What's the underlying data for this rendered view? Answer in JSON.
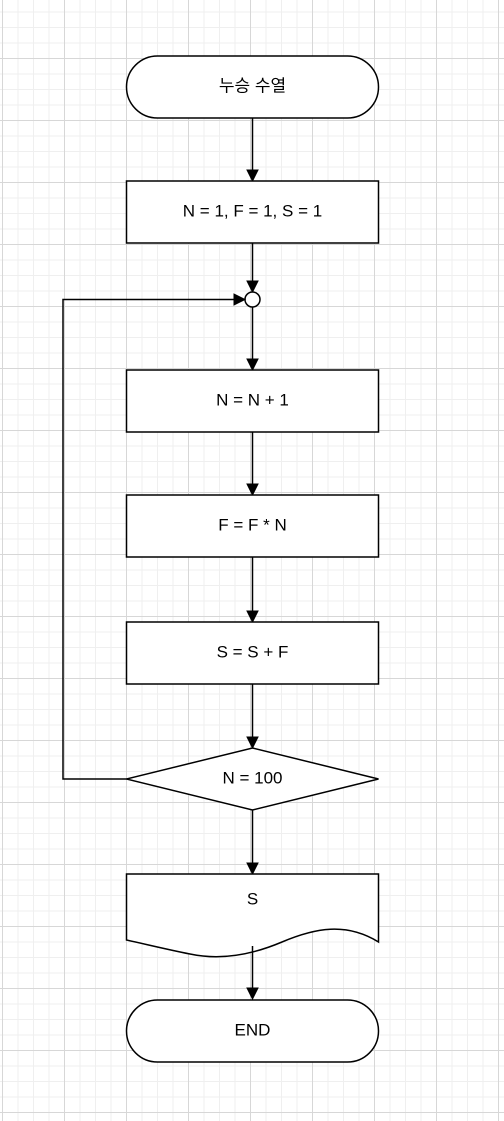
{
  "diagram": {
    "start_label": "누승 수열",
    "init_label": "N = 1, F = 1, S = 1",
    "step_n_label": "N = N + 1",
    "step_f_label": "F = F * N",
    "step_s_label": "S = S + F",
    "decision_label": "N = 100",
    "output_label": "S",
    "end_label": "END"
  }
}
